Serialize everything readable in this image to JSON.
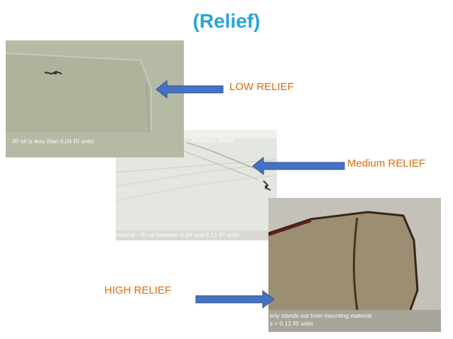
{
  "title": "(Relief)",
  "photos": {
    "low": {
      "caption": "RI oil is less than 0.04 RI units"
    },
    "medium": {
      "top_caption": "Moderate Relief",
      "bottom_caption": "mineral - RI oil  between  0.04 and 0.12 RI units"
    },
    "high": {
      "caption_line1": "erly stands out from mounting material",
      "caption_line2": "s  > 0.12 RI units"
    }
  },
  "labels": {
    "low": "LOW RELIEF",
    "medium": "Medium RELIEF",
    "high": "HIGH RELIEF"
  },
  "colors": {
    "title": "#2aa3d6",
    "label": "#e36c0a",
    "arrow_fill": "#4472c4",
    "arrow_stroke": "#2f528f",
    "caption": "#ffffff"
  }
}
